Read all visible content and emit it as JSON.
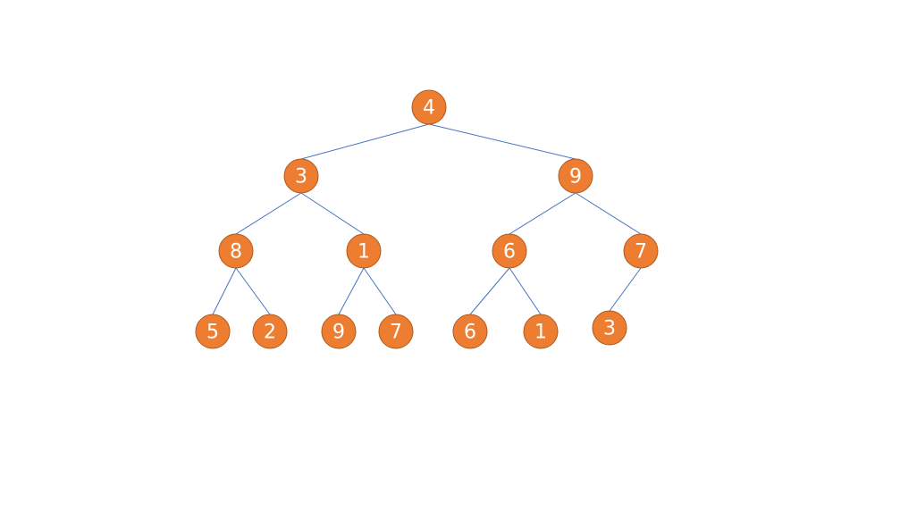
{
  "diagram": {
    "type": "binary-tree",
    "colors": {
      "node_fill": "#ed7d31",
      "node_text": "#ffffff",
      "edge": "#4472c4"
    },
    "nodes": [
      {
        "id": "n0",
        "label": "4"
      },
      {
        "id": "n1",
        "label": "3"
      },
      {
        "id": "n2",
        "label": "9"
      },
      {
        "id": "n3",
        "label": "8"
      },
      {
        "id": "n4",
        "label": "1"
      },
      {
        "id": "n5",
        "label": "6"
      },
      {
        "id": "n6",
        "label": "7"
      },
      {
        "id": "n7",
        "label": "5"
      },
      {
        "id": "n8",
        "label": "2"
      },
      {
        "id": "n9",
        "label": "9"
      },
      {
        "id": "n10",
        "label": "7"
      },
      {
        "id": "n11",
        "label": "6"
      },
      {
        "id": "n12",
        "label": "1"
      },
      {
        "id": "n13",
        "label": "3"
      }
    ],
    "edges": [
      {
        "from": "n0",
        "to": "n1"
      },
      {
        "from": "n0",
        "to": "n2"
      },
      {
        "from": "n1",
        "to": "n3"
      },
      {
        "from": "n1",
        "to": "n4"
      },
      {
        "from": "n2",
        "to": "n5"
      },
      {
        "from": "n2",
        "to": "n6"
      },
      {
        "from": "n3",
        "to": "n7"
      },
      {
        "from": "n3",
        "to": "n8"
      },
      {
        "from": "n4",
        "to": "n9"
      },
      {
        "from": "n4",
        "to": "n10"
      },
      {
        "from": "n5",
        "to": "n11"
      },
      {
        "from": "n5",
        "to": "n12"
      },
      {
        "from": "n6",
        "to": "n13"
      }
    ]
  }
}
